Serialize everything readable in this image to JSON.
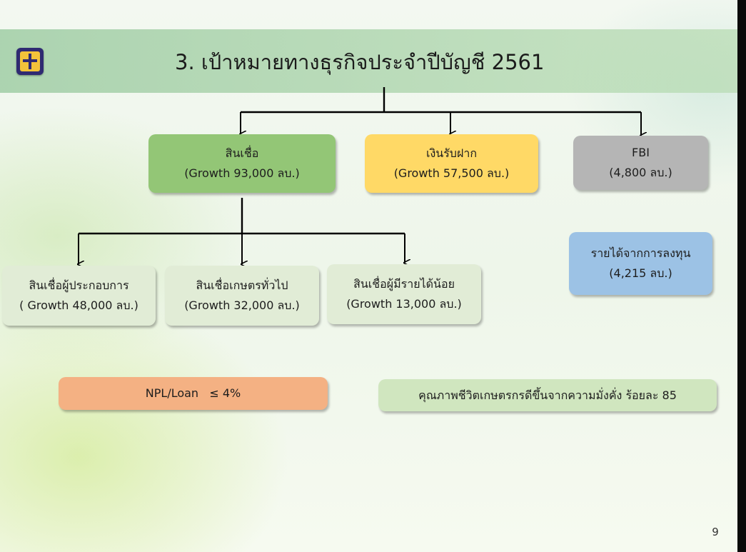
{
  "title": "3. เป้าหมายทางธุรกิจประจำปีบัญชี 2561",
  "boxes": {
    "loan": {
      "name": "สินเชื่อ",
      "value": "(Growth 93,000 ลบ.)"
    },
    "deposit": {
      "name": "เงินรับฝาก",
      "value": "(Growth 57,500 ลบ.)"
    },
    "fbi": {
      "name": "FBI",
      "value": "(4,800 ลบ.)"
    },
    "entrepreneur": {
      "name": "สินเชื่อผู้ประกอบการ",
      "value": "( Growth 48,000 ลบ.)"
    },
    "farmer": {
      "name": "สินเชื่อเกษตรทั่วไป",
      "value": "(Growth 32,000 ลบ.)"
    },
    "lowincome": {
      "name": "สินเชื่อผู้มีรายได้น้อย",
      "value": "(Growth 13,000 ลบ.)"
    },
    "investment": {
      "name": "รายได้จากการลงทุน",
      "value": "(4,215 ลบ.)"
    },
    "npl": {
      "text": "NPL/Loan   ≤ 4%"
    },
    "quality": {
      "text": "คุณภาพชีวิตเกษตรกรดีขึ้นจากความมั่งคั่ง ร้อยละ 85"
    }
  },
  "page_number": "9",
  "colors": {
    "loan": "#93c676",
    "deposit": "#ffd966",
    "fbi": "#b5b5b5",
    "sub_loans": "#e1ecd6",
    "investment": "#9cc2e5",
    "npl": "#f4b183",
    "quality": "#d0e6bf"
  }
}
